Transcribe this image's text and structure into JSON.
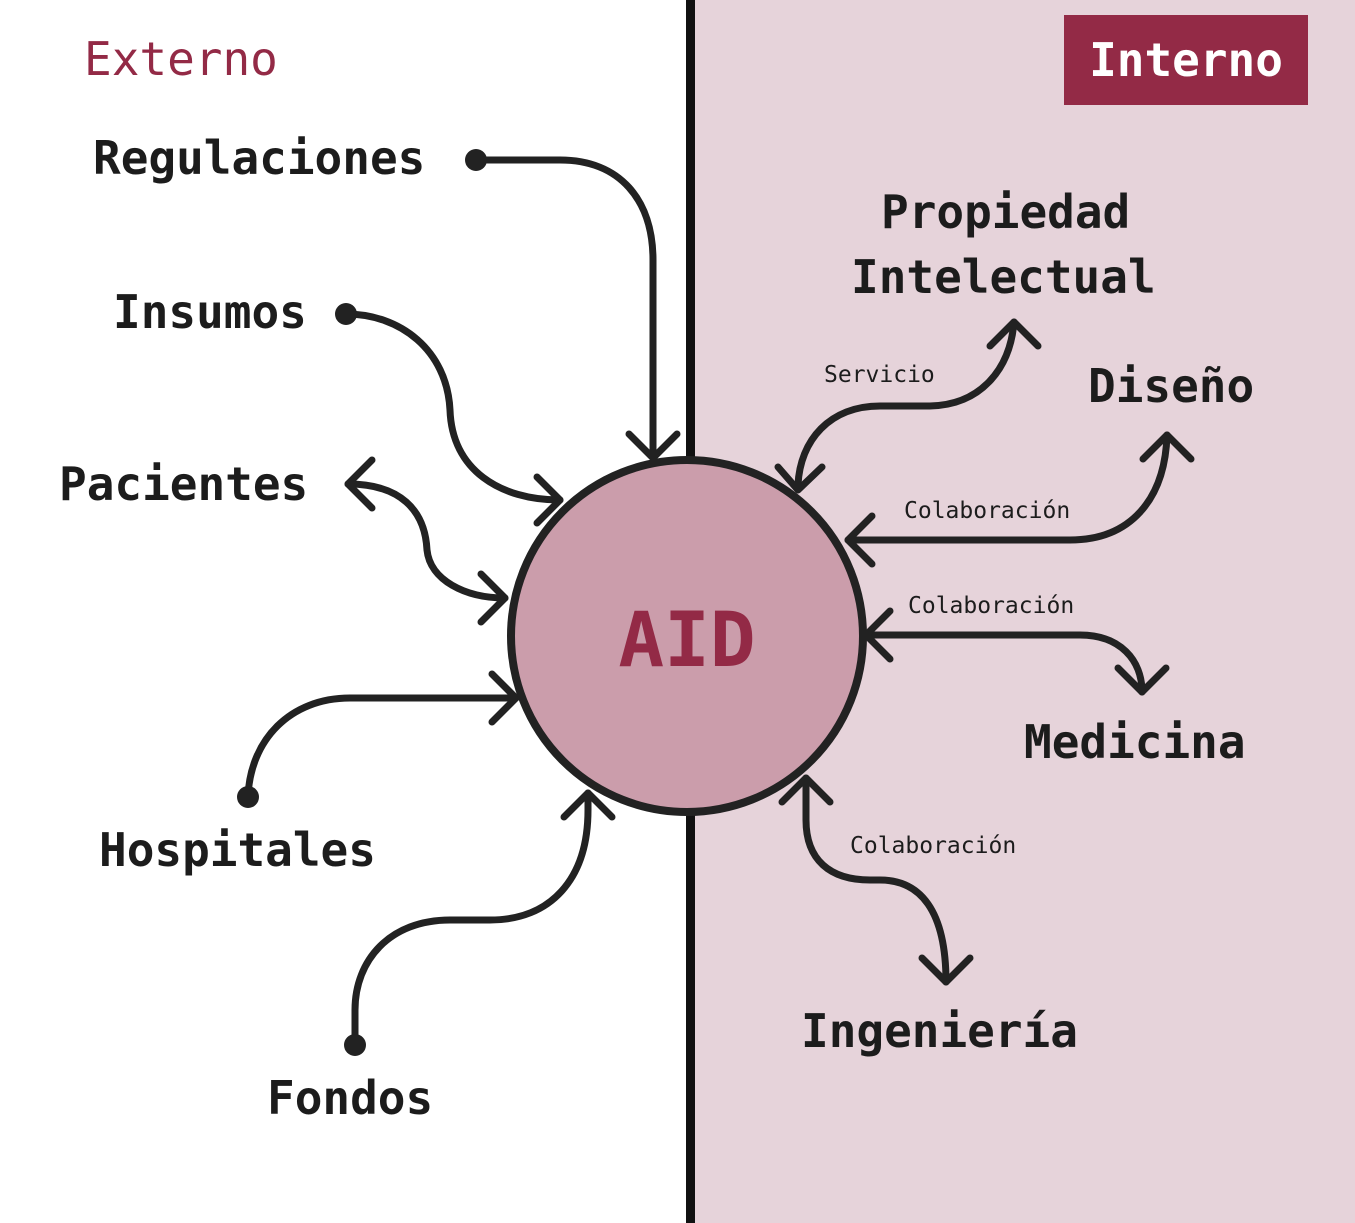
{
  "zones": {
    "external": "Externo",
    "internal": "Interno"
  },
  "center": "AID",
  "external_nodes": {
    "regulaciones": "Regulaciones",
    "insumos": "Insumos",
    "pacientes": "Pacientes",
    "hospitales": "Hospitales",
    "fondos": "Fondos"
  },
  "internal_nodes": {
    "propiedad_line1": "Propiedad",
    "propiedad_line2": "Intelectual",
    "diseno": "Diseño",
    "medicina": "Medicina",
    "ingenieria": "Ingeniería"
  },
  "edge_labels": {
    "servicio": "Servicio",
    "colab_diseno": "Colaboración",
    "colab_medicina": "Colaboración",
    "colab_ingenieria": "Colaboración"
  },
  "colors": {
    "accent": "#932a46",
    "internal_bg": "#e6d3da",
    "center_fill": "#cb9dab",
    "ink": "#222222"
  }
}
